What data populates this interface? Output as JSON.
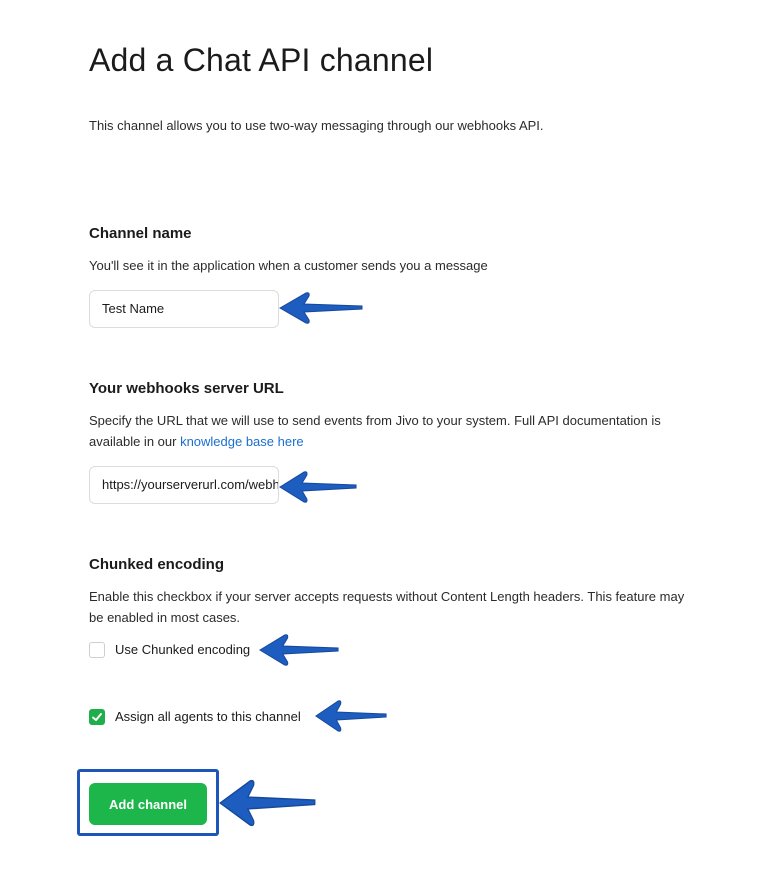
{
  "page": {
    "title": "Add a Chat API channel",
    "subtitle": "This channel allows you to use two-way messaging through our webhooks API."
  },
  "channel_name": {
    "heading": "Channel name",
    "description": "You'll see it in the application when a customer sends you a message",
    "value": "Test Name"
  },
  "webhook": {
    "heading": "Your webhooks server URL",
    "description": "Specify the URL that we will use to send events from Jivo to your system. Full API documentation is available in our ",
    "link": "knowledge base here",
    "value": "https://yourserverurl.com/webhook"
  },
  "chunked": {
    "heading": "Chunked encoding",
    "description": "Enable this checkbox if your server accepts requests without Content Length headers. This feature may be enabled in most cases.",
    "checkbox_label": "Use Chunked encoding",
    "checked": false
  },
  "assign": {
    "checkbox_label": "Assign all agents to this channel",
    "checked": true
  },
  "submit_label": "Add channel",
  "colors": {
    "accent": "#1db64b",
    "link": "#1a6fcf",
    "annotation": "#1d56b8"
  }
}
